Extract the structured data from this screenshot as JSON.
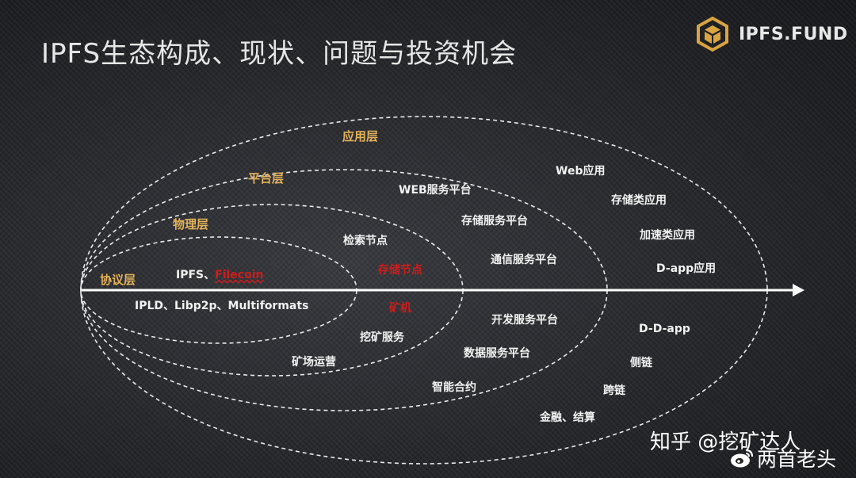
{
  "title": "IPFS生态构成、现状、问题与投资机会",
  "logo": {
    "text": "IPFS.FUND",
    "icon": "cube-icon",
    "color": "#d9a441"
  },
  "layers": {
    "protocol": "协议层",
    "physical": "物理层",
    "platform": "平台层",
    "application": "应用层"
  },
  "items": {
    "ipfs": "IPFS、",
    "filecoin": "Filecoin",
    "ipld": "IPLD、Libp2p、Multiformats",
    "search_node": "检索节点",
    "storage_node": "存储节点",
    "miner": "矿机",
    "mining_service": "挖矿服务",
    "mine_ops": "矿场运营",
    "web_platform": "WEB服务平台",
    "storage_platform": "存储服务平台",
    "comm_platform": "通信服务平台",
    "dev_platform": "开发服务平台",
    "data_platform": "数据服务平台",
    "smart_contract": "智能合约",
    "web_app": "Web应用",
    "storage_app": "存储类应用",
    "accel_app": "加速类应用",
    "dapp": "D-app应用",
    "ddapp": "D-D-app",
    "sidechain": "侧链",
    "crosschain": "跨链",
    "finance": "金融、结算"
  },
  "colors": {
    "layer_label": "#e3b35a",
    "highlight_red": "#d01c1c",
    "line": "#ffffff"
  },
  "watermark": {
    "zhihu": "知乎 @挖矿达人",
    "weibo": "两首老头"
  }
}
